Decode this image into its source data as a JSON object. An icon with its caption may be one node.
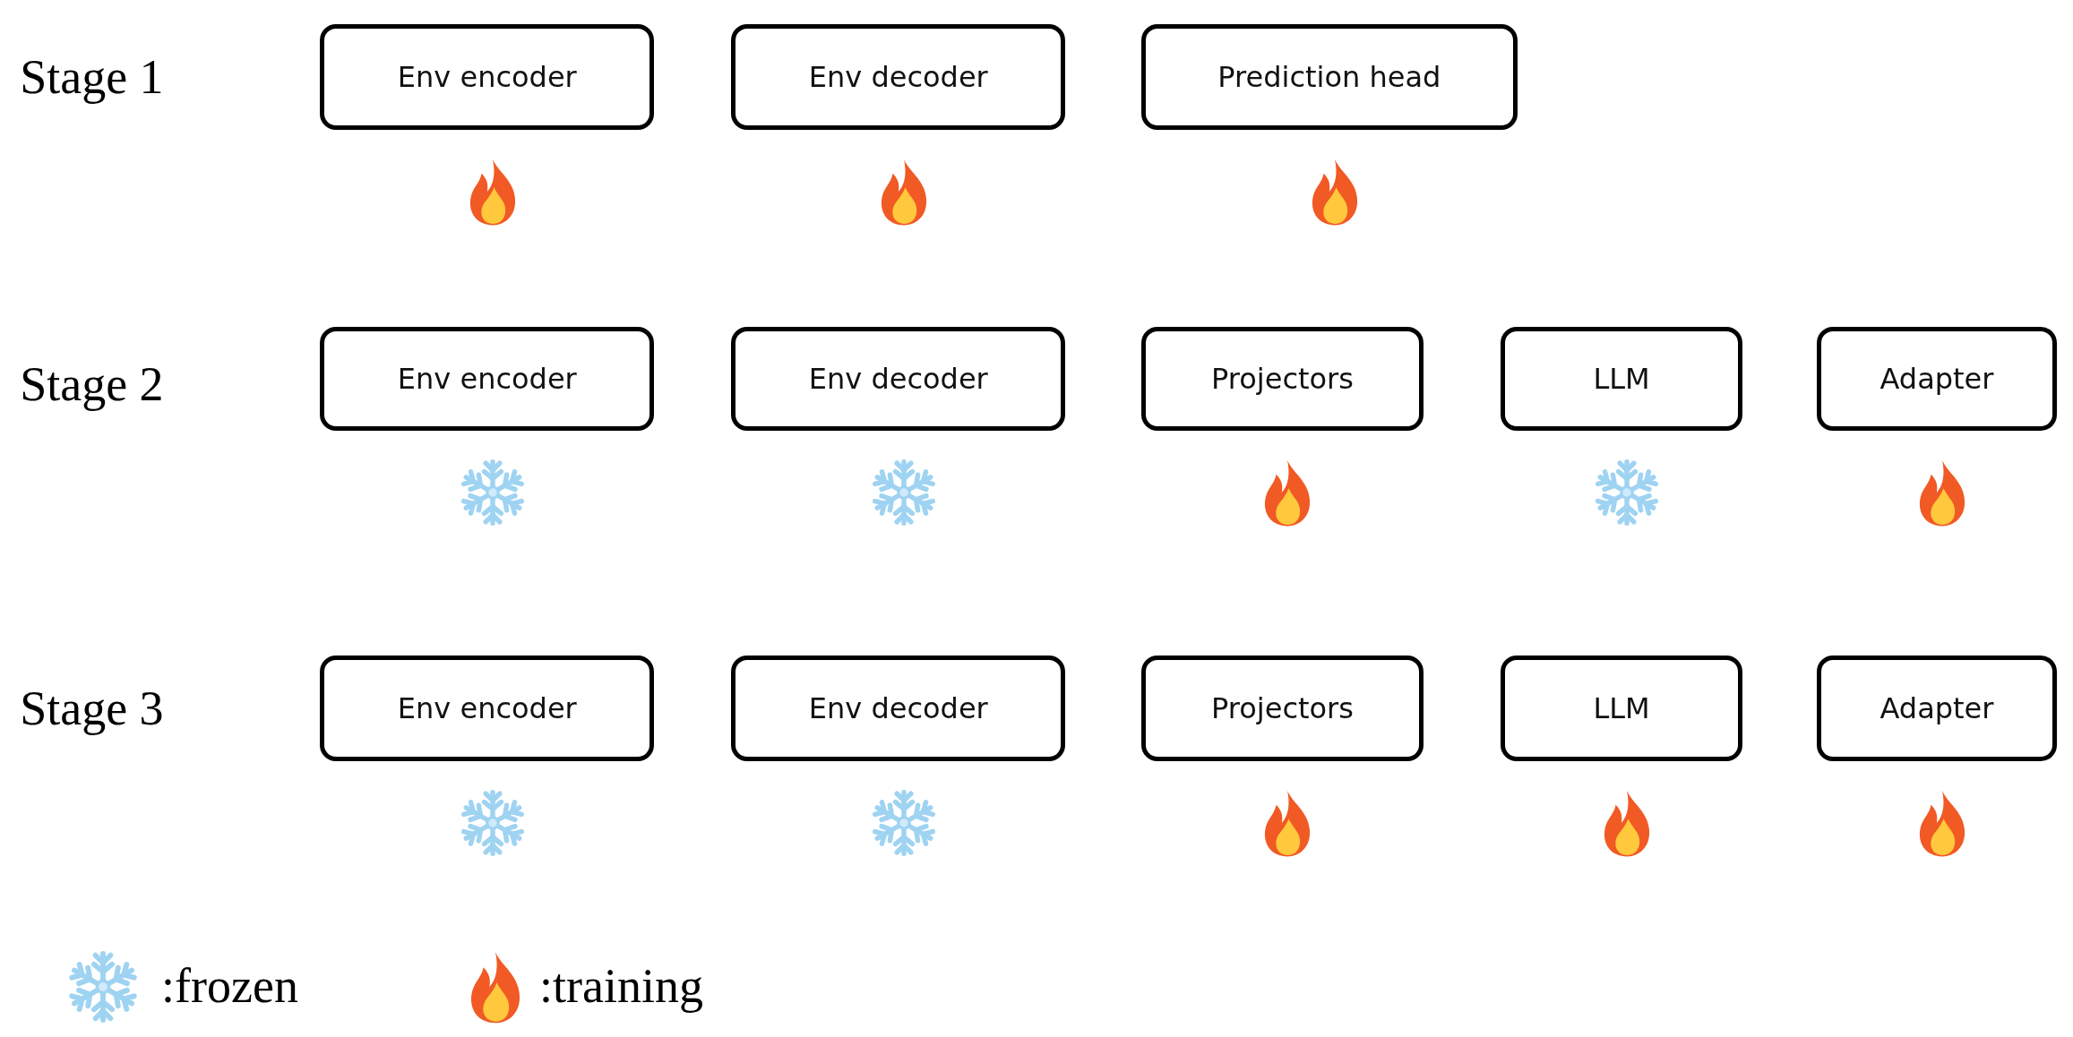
{
  "diagram": {
    "nodes": [
      {
        "text": [
          "Env encoder"
        ]
      },
      {
        "text": [
          "Env decoder"
        ]
      },
      {
        "text": [
          "Prediction head"
        ]
      },
      {
        "text": [],
        "shape": "flame"
      },
      {
        "text": [],
        "shape": "flame"
      },
      {
        "text": [],
        "shape": "flame"
      },
      {
        "text": [
          "Env encoder"
        ]
      },
      {
        "text": [
          "Env decoder"
        ]
      },
      {
        "text": [
          "Projectors"
        ]
      },
      {
        "text": [
          "LLM"
        ]
      },
      {
        "text": [
          "Adapter"
        ]
      },
      {
        "text": [],
        "shape": "snowflake"
      },
      {
        "text": [],
        "shape": "snowflake"
      },
      {
        "text": [],
        "shape": "flame"
      },
      {
        "text": [],
        "shape": "snowflake"
      },
      {
        "text": [],
        "shape": "flame"
      },
      {
        "text": [
          "Env encoder"
        ]
      },
      {
        "text": [
          "Env decoder"
        ]
      },
      {
        "text": [
          "Projectors"
        ]
      },
      {
        "text": [
          "LLM"
        ]
      },
      {
        "text": [
          "Adapter"
        ]
      },
      {
        "text": [],
        "shape": "snowflake"
      },
      {
        "text": [],
        "shape": "snowflake"
      },
      {
        "text": [],
        "shape": "flame"
      },
      {
        "text": [],
        "shape": "flame"
      },
      {
        "text": [],
        "shape": "flame"
      }
    ],
    "labels": [
      "Stage 1",
      "Stage 2",
      "Stage 3"
    ],
    "legend": [
      {
        "text": ":frozen"
      },
      {
        "text": ":training"
      }
    ]
  }
}
